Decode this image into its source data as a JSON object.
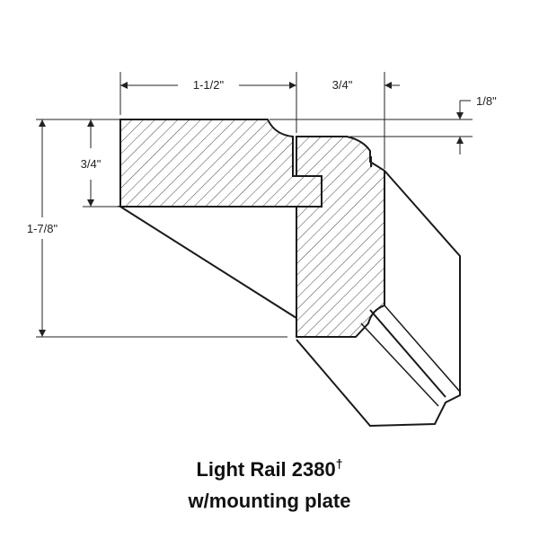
{
  "dimensions": {
    "top_width_left": "1-1/2\"",
    "top_width_right": "3/4\"",
    "top_offset": "1/8\"",
    "left_height_short": "3/4\"",
    "left_height_total": "1-7/8\""
  },
  "caption": {
    "title": "Light Rail 2380",
    "mark": "†",
    "subtitle": "w/mounting plate"
  },
  "colors": {
    "line": "#1a1a1a",
    "hatch": "#444444",
    "dimension": "#222222",
    "background": "#ffffff"
  }
}
